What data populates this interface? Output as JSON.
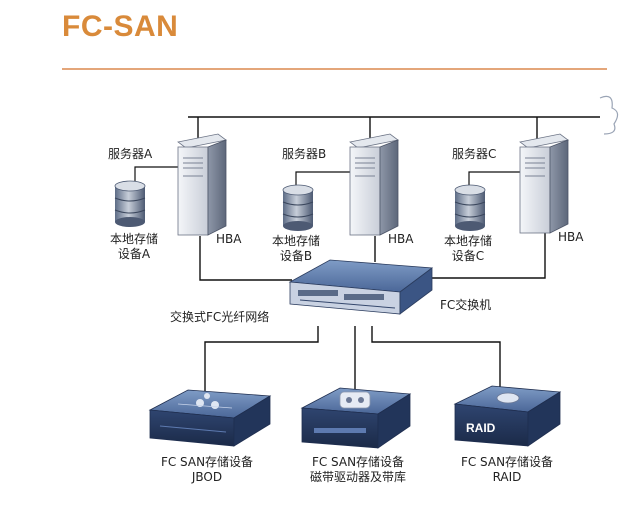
{
  "title": "FC-SAN",
  "servers": [
    {
      "name": "服务器A",
      "hba": "HBA",
      "local_storage": [
        "本地存储",
        "设备A"
      ]
    },
    {
      "name": "服务器B",
      "hba": "HBA",
      "local_storage": [
        "本地存储",
        "设备B"
      ]
    },
    {
      "name": "服务器C",
      "hba": "HBA",
      "local_storage": [
        "本地存储",
        "设备C"
      ]
    }
  ],
  "network_label": "交换式FC光纤网络",
  "switch_label": "FC交换机",
  "storage_devices": [
    {
      "lines": [
        "FC SAN存储设备",
        "JBOD"
      ]
    },
    {
      "lines": [
        "FC SAN存储设备",
        "磁带驱动器及带库"
      ],
      "badge": ""
    },
    {
      "lines": [
        "FC SAN存储设备",
        "RAID"
      ],
      "badge": "RAID"
    }
  ],
  "colors": {
    "title": "#d98a3a",
    "rule": "#e4a67a",
    "line": "#111111",
    "device": "#3d5a8a"
  }
}
